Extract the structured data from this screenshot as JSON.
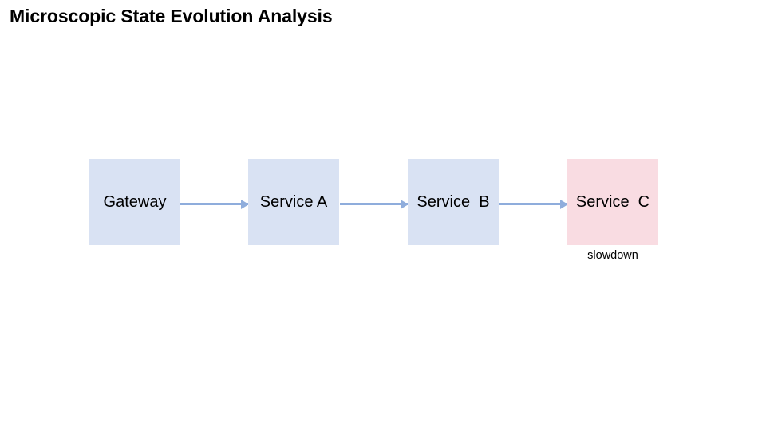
{
  "page": {
    "title": "Microscopic State Evolution Analysis",
    "background_color": "#ffffff"
  },
  "theme": {
    "node_blue_fill": "#d9e2f3",
    "node_pink_fill": "#f9dce2",
    "arrow_color": "#8faddc",
    "text_color": "#000000"
  },
  "diagram": {
    "type": "flow-chain",
    "nodes": [
      {
        "id": "gateway",
        "label": "Gateway",
        "sublabel": "",
        "fill": "#d9e2f3",
        "status": "normal"
      },
      {
        "id": "service-a",
        "label": "Service A",
        "sublabel": "",
        "fill": "#d9e2f3",
        "status": "normal"
      },
      {
        "id": "service-b",
        "label": "Service  B",
        "sublabel": "",
        "fill": "#d9e2f3",
        "status": "normal"
      },
      {
        "id": "service-c",
        "label": "Service  C",
        "sublabel": "slowdown",
        "fill": "#f9dce2",
        "status": "slowdown"
      }
    ],
    "edges": [
      {
        "id": "edge-gateway-service-a",
        "from": "Gateway",
        "to": "Service A",
        "label": "",
        "color": "#8faddc"
      },
      {
        "id": "edge-service-a-service-b",
        "from": "Service A",
        "to": "Service  B",
        "label": "",
        "color": "#8faddc"
      },
      {
        "id": "edge-service-b-service-c",
        "from": "Service  B",
        "to": "Service  C",
        "label": "",
        "color": "#8faddc"
      }
    ]
  }
}
